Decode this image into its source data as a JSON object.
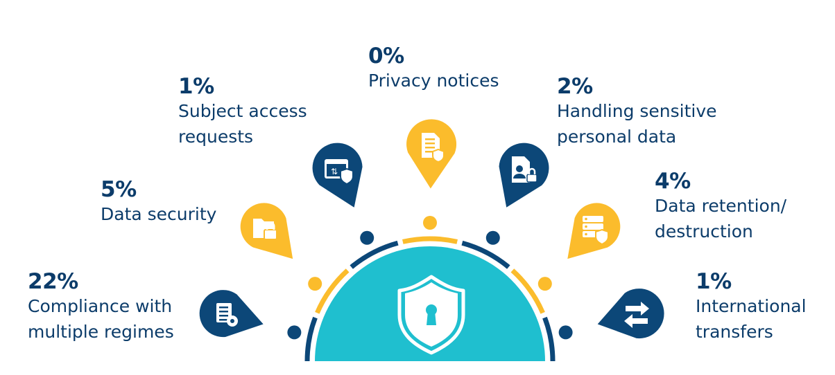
{
  "colors": {
    "navy": "#0c4778",
    "yellow": "#fbbc2c",
    "teal": "#1fbfcf",
    "text": "#0c3c6a"
  },
  "center_icon": "shield-keyhole-icon",
  "categories": [
    {
      "id": "compliance",
      "percent": "22%",
      "label": "Compliance with\nmultiple regimes",
      "color": "navy",
      "icon": "checklist-gear-icon"
    },
    {
      "id": "data-security",
      "percent": "5%",
      "label": "Data security",
      "color": "yellow",
      "icon": "folder-lock-icon"
    },
    {
      "id": "subject-access",
      "percent": "1%",
      "label": "Subject access\nrequests",
      "color": "navy",
      "icon": "browser-transfer-shield-icon"
    },
    {
      "id": "privacy-notices",
      "percent": "0%",
      "label": "Privacy notices",
      "color": "yellow",
      "icon": "document-shield-icon"
    },
    {
      "id": "sensitive-data",
      "percent": "2%",
      "label": "Handling sensitive\npersonal data",
      "color": "navy",
      "icon": "profile-lock-icon"
    },
    {
      "id": "retention",
      "percent": "4%",
      "label": "Data retention/\ndestruction",
      "color": "yellow",
      "icon": "server-shield-icon"
    },
    {
      "id": "transfers",
      "percent": "1%",
      "label": "International\ntransfers",
      "color": "navy",
      "icon": "exchange-arrows-icon"
    }
  ]
}
